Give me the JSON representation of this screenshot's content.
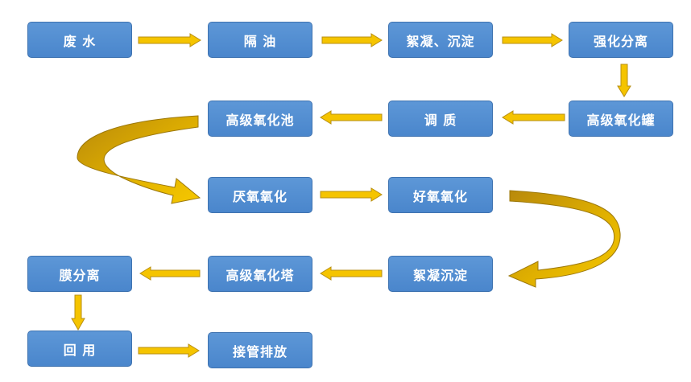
{
  "colors": {
    "box_fill": "#4a86cc",
    "box_border": "#3f73b0",
    "box_text": "#ffffff",
    "arrow_fill": "#f5c400",
    "arrow_stroke": "#b88f12",
    "curve_shadow": "#b58b0c"
  },
  "steps": {
    "wastewater": "废 水",
    "oil_separation": "隔 油",
    "coagulation_sedimentation_1": "絮凝、沉淀",
    "enhanced_separation": "强化分离",
    "advanced_oxidation_tank": "高级氧化罐",
    "conditioning": "调 质",
    "advanced_oxidation_pool": "高级氧化池",
    "anaerobic_oxidation": "厌氧氧化",
    "aerobic_oxidation": "好氧氧化",
    "coagulation_sedimentation_2": "絮凝沉淀",
    "advanced_oxidation_tower": "高级氧化塔",
    "membrane_separation": "膜分离",
    "reuse": "回 用",
    "discharge_to_pipe": "接管排放"
  }
}
